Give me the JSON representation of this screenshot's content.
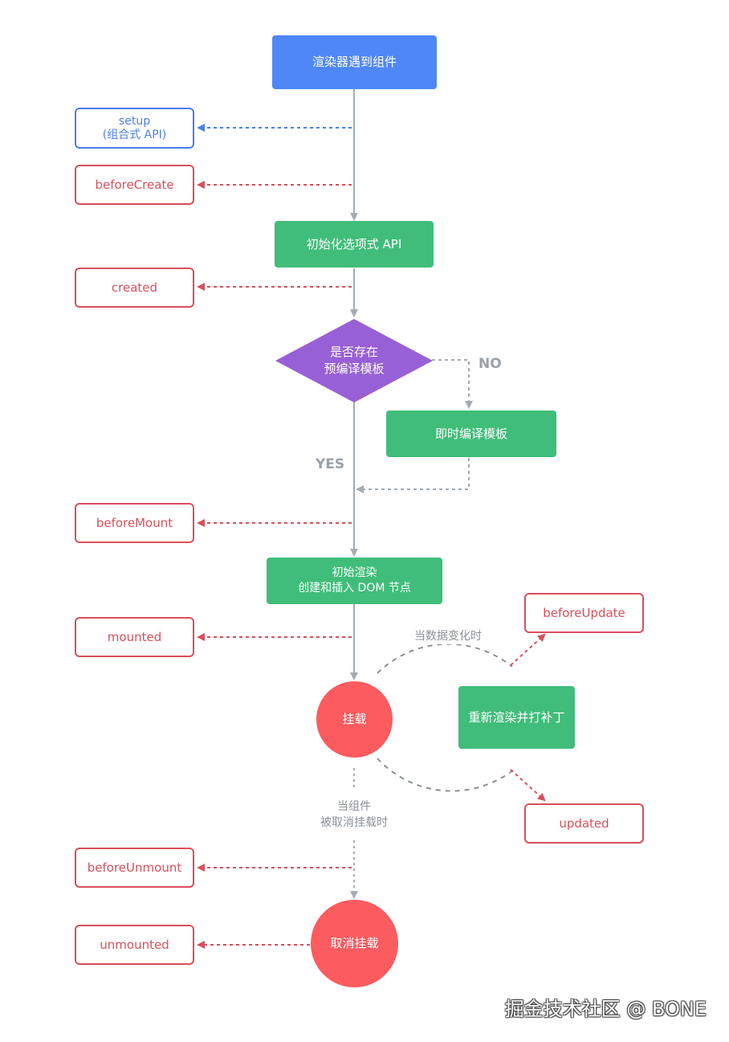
{
  "nodes": {
    "renderer": "渲染器遇到组件",
    "setup_line1": "setup",
    "setup_line2": "(组合式 API)",
    "before_create": "beforeCreate",
    "init_options": "初始化选项式 API",
    "created": "created",
    "decision_line1": "是否存在",
    "decision_line2": "预编译模板",
    "no_label": "NO",
    "jit_compile": "即时编译模板",
    "yes_label": "YES",
    "before_mount": "beforeMount",
    "init_render_line1": "初始渲染",
    "init_render_line2": "创建和插入 DOM 节点",
    "mounted": "mounted",
    "on_data_change": "当数据变化时",
    "before_update": "beforeUpdate",
    "mounted_state": "挂载",
    "rerender": "重新渲染并打补丁",
    "updated": "updated",
    "on_unmount_line1": "当组件",
    "on_unmount_line2": "被取消挂载时",
    "before_unmount": "beforeUnmount",
    "unmount_state": "取消挂载",
    "unmounted": "unmounted"
  },
  "watermark": "掘金技术社区 @ BONE",
  "colors": {
    "flow_gray": "#a3abb3",
    "hook_red": "#d94f5b",
    "hook_blue": "#4a7ef0",
    "primary_blue": "#4f87f8",
    "step_green": "#40bd7a",
    "decision_purple": "#9860d6",
    "state_red": "#fc5b5f"
  }
}
